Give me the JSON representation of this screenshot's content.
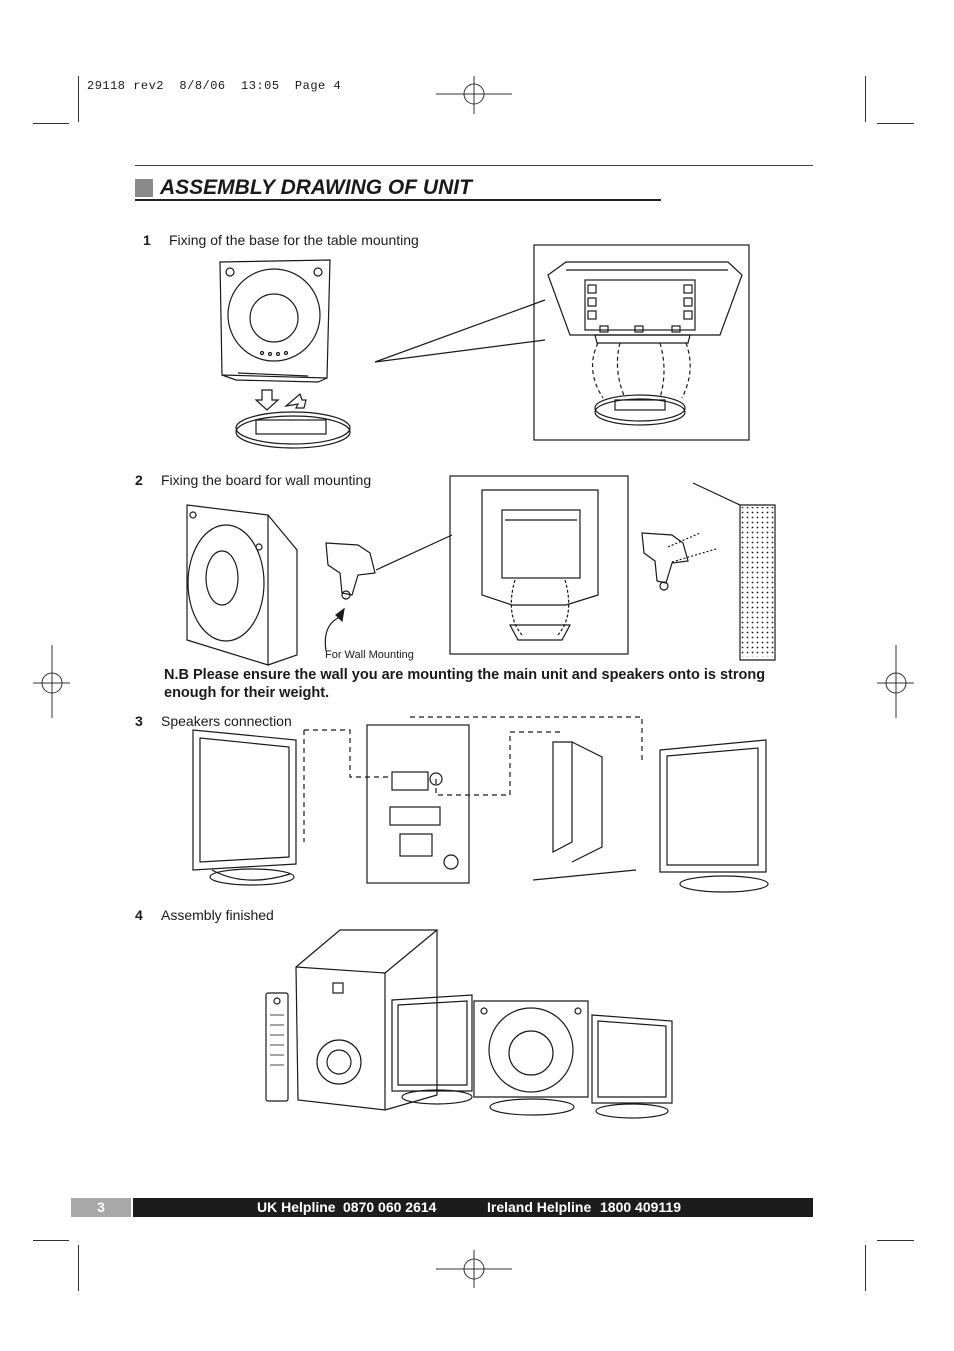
{
  "slug": "29118 rev2  8/8/06  13:05  Page 4",
  "title": "ASSEMBLY DRAWING OF UNIT",
  "steps": [
    {
      "num": "1",
      "label": "Fixing of the base for the table mounting"
    },
    {
      "num": "2",
      "label": "Fixing the board for wall mounting"
    },
    {
      "num": "3",
      "label": "Speakers connection"
    },
    {
      "num": "4",
      "label": "Assembly finished"
    }
  ],
  "wall_mount_label": "For Wall Mounting",
  "note": "N.B Please ensure the wall you are mounting the main unit and speakers onto is strong enough for their weight.",
  "footer": {
    "page_number": "3",
    "uk_label": "UK Helpline",
    "uk_number": "0870 060 2614",
    "ireland_label": "Ireland Helpline",
    "ireland_number": "1800 409119"
  },
  "colors": {
    "ink": "#1a1a1a",
    "footer_bar": "#1c1c1c",
    "footer_number_box": "#a8a8a8",
    "title_square": "#8a8a8a"
  }
}
